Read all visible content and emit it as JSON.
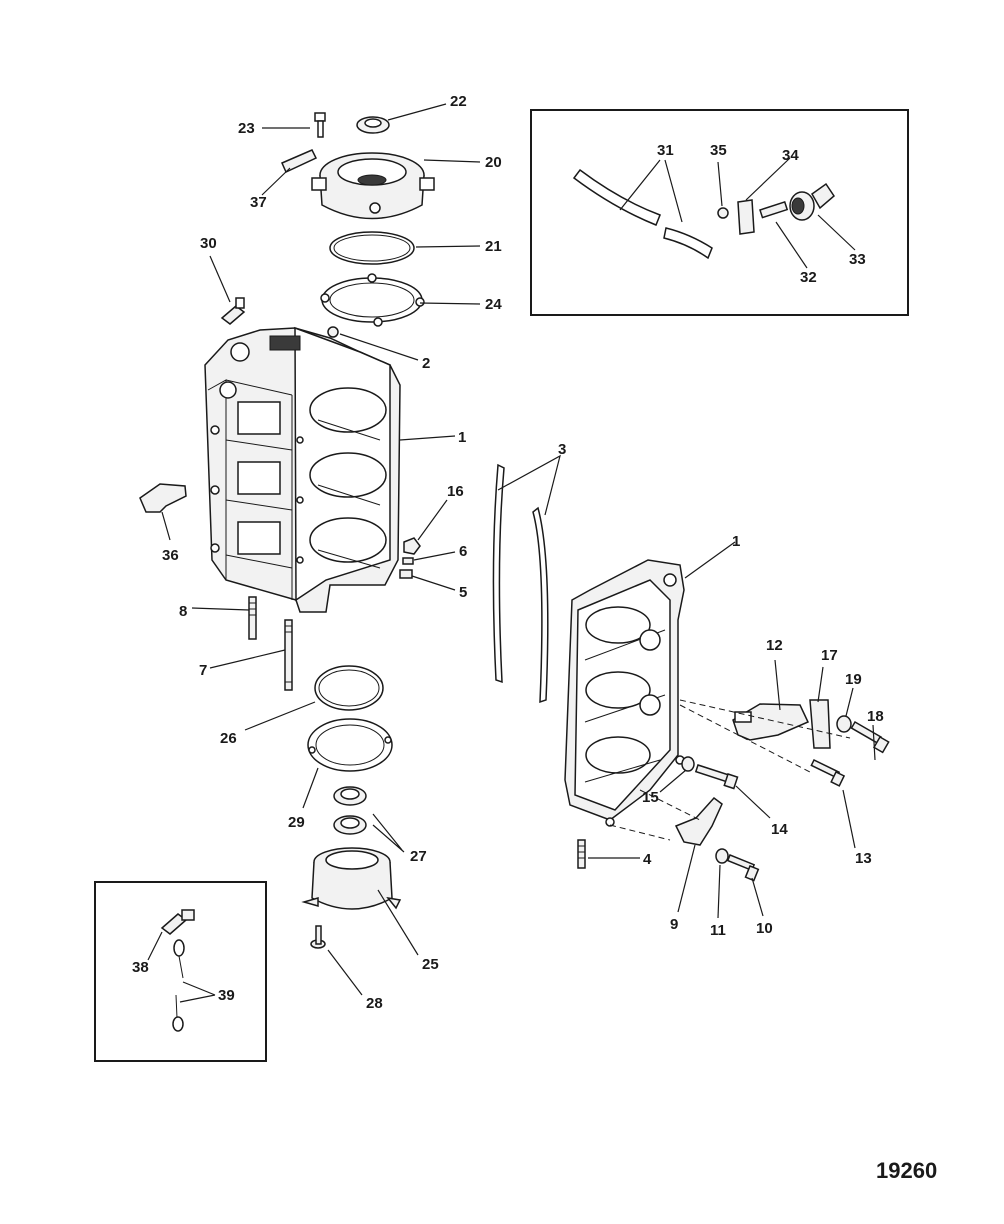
{
  "drawing_number": "19260",
  "callouts": [
    {
      "id": "c1a",
      "label": "1"
    },
    {
      "id": "c1b",
      "label": "1"
    },
    {
      "id": "c2",
      "label": "2"
    },
    {
      "id": "c3",
      "label": "3"
    },
    {
      "id": "c4",
      "label": "4"
    },
    {
      "id": "c5",
      "label": "5"
    },
    {
      "id": "c6",
      "label": "6"
    },
    {
      "id": "c7",
      "label": "7"
    },
    {
      "id": "c8",
      "label": "8"
    },
    {
      "id": "c9",
      "label": "9"
    },
    {
      "id": "c10",
      "label": "10"
    },
    {
      "id": "c11",
      "label": "11"
    },
    {
      "id": "c12",
      "label": "12"
    },
    {
      "id": "c13",
      "label": "13"
    },
    {
      "id": "c14",
      "label": "14"
    },
    {
      "id": "c15",
      "label": "15"
    },
    {
      "id": "c16",
      "label": "16"
    },
    {
      "id": "c17",
      "label": "17"
    },
    {
      "id": "c18",
      "label": "18"
    },
    {
      "id": "c19",
      "label": "19"
    },
    {
      "id": "c20",
      "label": "20"
    },
    {
      "id": "c21",
      "label": "21"
    },
    {
      "id": "c22",
      "label": "22"
    },
    {
      "id": "c23",
      "label": "23"
    },
    {
      "id": "c24",
      "label": "24"
    },
    {
      "id": "c25",
      "label": "25"
    },
    {
      "id": "c26",
      "label": "26"
    },
    {
      "id": "c27",
      "label": "27"
    },
    {
      "id": "c28",
      "label": "28"
    },
    {
      "id": "c29",
      "label": "29"
    },
    {
      "id": "c30",
      "label": "30"
    },
    {
      "id": "c31",
      "label": "31"
    },
    {
      "id": "c32",
      "label": "32"
    },
    {
      "id": "c33",
      "label": "33"
    },
    {
      "id": "c34",
      "label": "34"
    },
    {
      "id": "c35",
      "label": "35"
    },
    {
      "id": "c36",
      "label": "36"
    },
    {
      "id": "c37",
      "label": "37"
    },
    {
      "id": "c38",
      "label": "38"
    },
    {
      "id": "c39",
      "label": "39"
    }
  ]
}
